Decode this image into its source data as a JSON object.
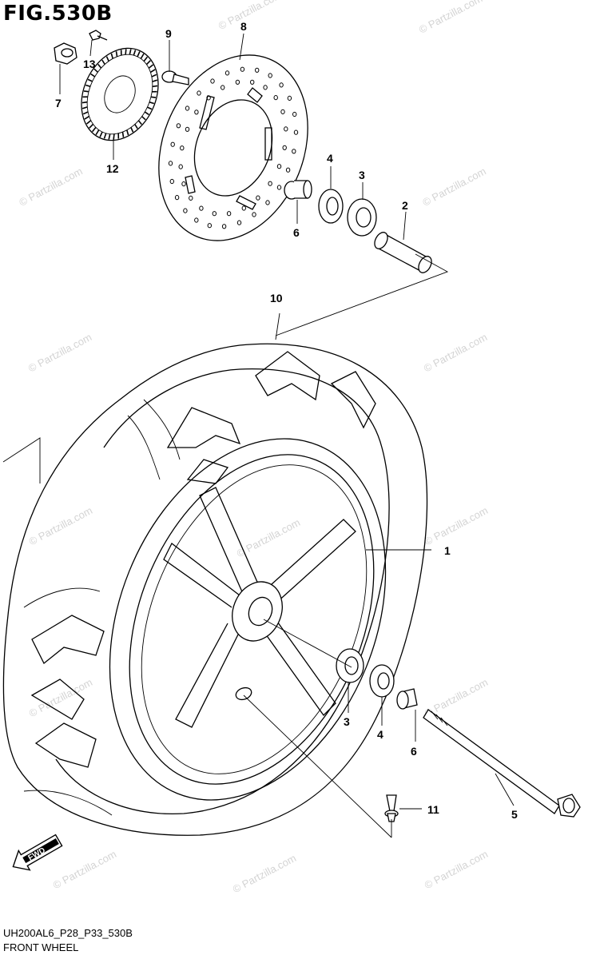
{
  "figure": {
    "title": "FIG.530B"
  },
  "footer": {
    "code": "UH200AL6_P28_P33_530B",
    "name": "FRONT WHEEL"
  },
  "fwd_label": "FWD",
  "watermark": "© Partzilla.com",
  "callouts": {
    "front_wheel": "1",
    "spacer": "2",
    "bearing_left": "3",
    "bearing_right": "3",
    "seal_left": "4",
    "seal_right": "4",
    "axle": "5",
    "collar_left": "6",
    "collar_right": "6",
    "nut": "7",
    "brake_disc": "8",
    "disc_bolt": "9",
    "tire": "10",
    "valve": "11",
    "sensor_rotor": "12",
    "rotor_screw": "13"
  },
  "colors": {
    "ink": "#000000",
    "watermark": "#d4d4d4",
    "paper": "#ffffff"
  }
}
